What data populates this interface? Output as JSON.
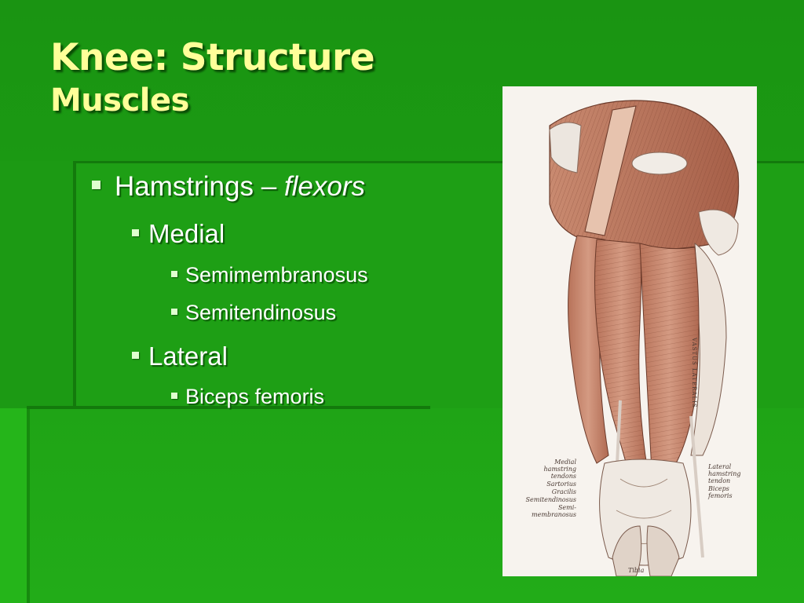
{
  "slide": {
    "title_line1": "Knee: Structure",
    "title_line2": "Muscles"
  },
  "bullets": [
    {
      "level": 1,
      "text": "Hamstrings – ",
      "emphasis": "flexors"
    },
    {
      "level": 2,
      "text": "Medial"
    },
    {
      "level": 3,
      "text": "Semimembranosus"
    },
    {
      "level": 3,
      "text": "Semitendinosus"
    },
    {
      "level": 2,
      "text": "Lateral"
    },
    {
      "level": 3,
      "text": "Biceps femoris"
    }
  ],
  "figure": {
    "labels_left": {
      "medial_hamstring": "Medial",
      "medial_hamstring_2": "hamstring",
      "medial_hamstring_3": "tendons",
      "sartorius": "Sartorius",
      "gracilis": "Gracilis",
      "semitendinosus": "Semitendinosus",
      "semimembranosus_1": "Semi-",
      "semimembranosus_2": "membranosus"
    },
    "labels_right": {
      "lateral_1": "Lateral",
      "lateral_2": "hamstring",
      "lateral_3": "tendon",
      "biceps_1": "Biceps",
      "biceps_2": "femoris"
    },
    "vastus": "VASTUS LATERALIS",
    "tibia": "Tibia"
  },
  "colors": {
    "background": "#1c9a14",
    "title": "#ffff99",
    "text": "#ffffff",
    "bullet_marker": "#dfffcf"
  }
}
